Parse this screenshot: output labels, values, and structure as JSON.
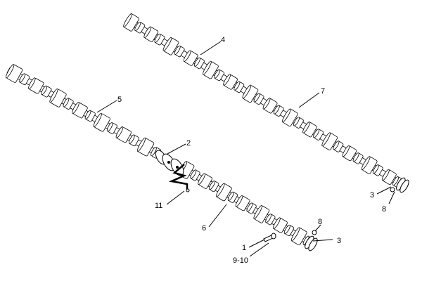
{
  "diagram": {
    "callouts": [
      {
        "id": "c4",
        "text": "4"
      },
      {
        "id": "c7",
        "text": "7"
      },
      {
        "id": "c5",
        "text": "5"
      },
      {
        "id": "c2",
        "text": "2"
      },
      {
        "id": "c11",
        "text": "11"
      },
      {
        "id": "c6",
        "text": "6"
      },
      {
        "id": "c3a",
        "text": "3"
      },
      {
        "id": "c8a",
        "text": "8"
      },
      {
        "id": "c8b",
        "text": "8"
      },
      {
        "id": "c3b",
        "text": "3"
      },
      {
        "id": "c1",
        "text": "1"
      },
      {
        "id": "c910",
        "text": "9-10"
      }
    ]
  }
}
